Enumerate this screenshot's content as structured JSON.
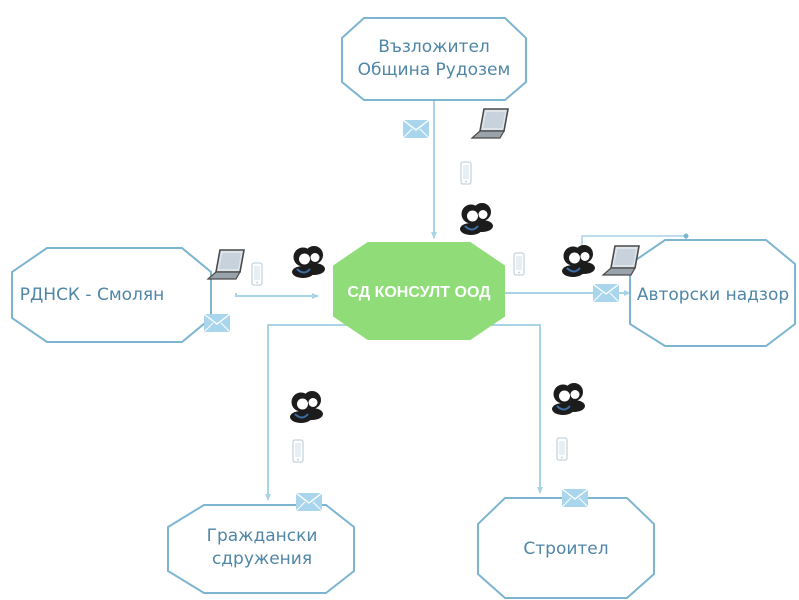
{
  "center": {
    "label": "СД КОНСУЛТ ООД",
    "fill": "#8fdc78"
  },
  "nodes": {
    "top": {
      "line1": "Възложител",
      "line2": "Община Рудозем"
    },
    "left": {
      "label": "РДНСК - Смолян"
    },
    "right": {
      "label": "Авторски надзор"
    },
    "bottom_left": {
      "line1": "Граждански",
      "line2": "сдружения"
    },
    "bottom_right": {
      "label": "Строител"
    }
  },
  "colors": {
    "outline": "#7db5d0",
    "text": "#4f86a6",
    "line": "#a9d3e6",
    "envelope": "#a9d6ec"
  },
  "icons": [
    "envelope-icon",
    "laptop-icon",
    "phone-icon",
    "people-icon"
  ]
}
